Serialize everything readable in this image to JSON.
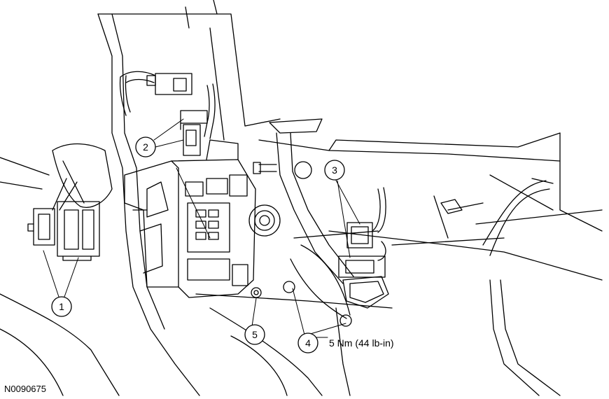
{
  "figure": {
    "reference_id": "N0090675",
    "callouts": [
      {
        "number": "1"
      },
      {
        "number": "2"
      },
      {
        "number": "3"
      },
      {
        "number": "4",
        "torque": "5 Nm (44 lb-in)"
      },
      {
        "number": "5"
      }
    ]
  }
}
